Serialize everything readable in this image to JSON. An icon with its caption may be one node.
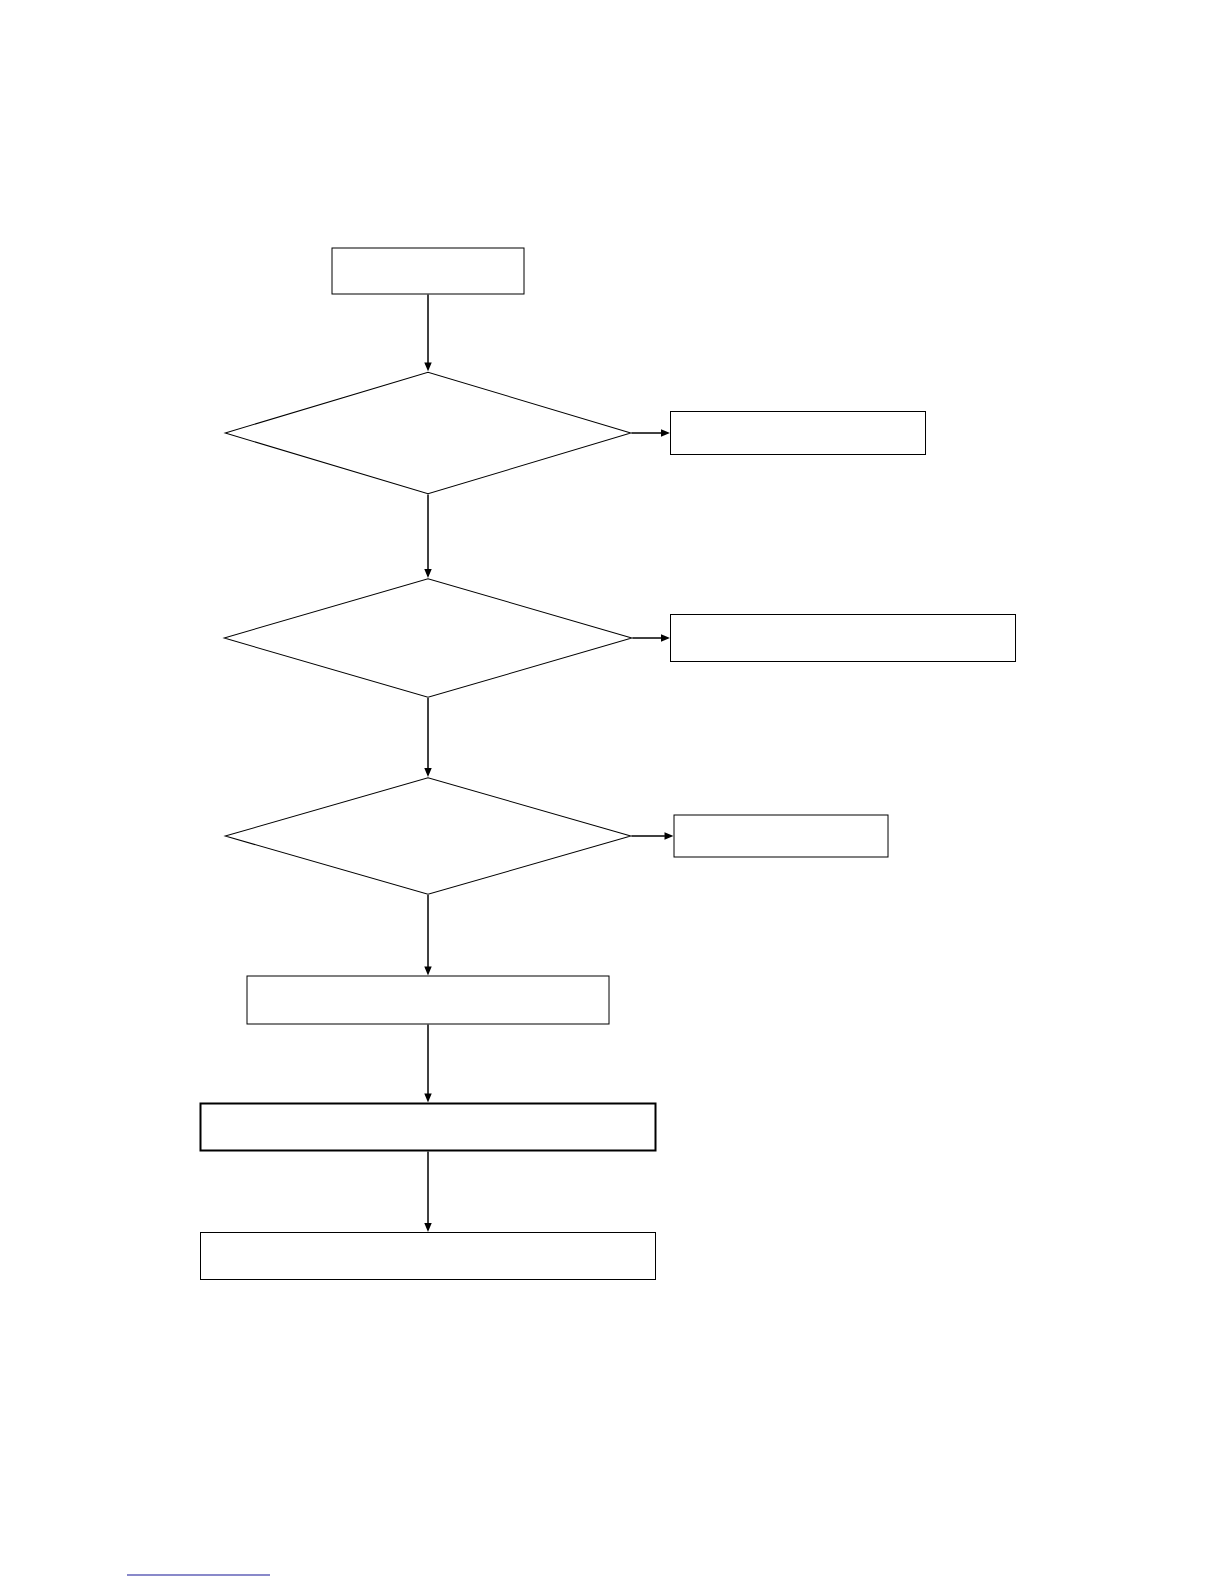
{
  "diagram": {
    "nodes": [
      {
        "text": [],
        "shape": "box"
      },
      {
        "text": [],
        "shape": "diamond"
      },
      {
        "text": [],
        "shape": "box"
      },
      {
        "text": [],
        "shape": "diamond"
      },
      {
        "text": [],
        "shape": "box"
      },
      {
        "text": [],
        "shape": "diamond"
      },
      {
        "text": [],
        "shape": "box"
      },
      {
        "text": [],
        "shape": "box"
      },
      {
        "text": [],
        "shape": "box"
      },
      {
        "text": [],
        "shape": "box"
      }
    ],
    "edges": [
      {
        "from": 0,
        "to": 1,
        "arrow": "to"
      },
      {
        "from": 1,
        "to": 2,
        "arrow": "to"
      },
      {
        "from": 1,
        "to": 3,
        "arrow": "to"
      },
      {
        "from": 3,
        "to": 4,
        "arrow": "to"
      },
      {
        "from": 3,
        "to": 5,
        "arrow": "to"
      },
      {
        "from": 5,
        "to": 6,
        "arrow": "to"
      },
      {
        "from": 5,
        "to": 7,
        "arrow": "to"
      },
      {
        "from": 7,
        "to": 8,
        "arrow": "to"
      },
      {
        "from": 8,
        "to": 9,
        "arrow": "to"
      }
    ]
  }
}
